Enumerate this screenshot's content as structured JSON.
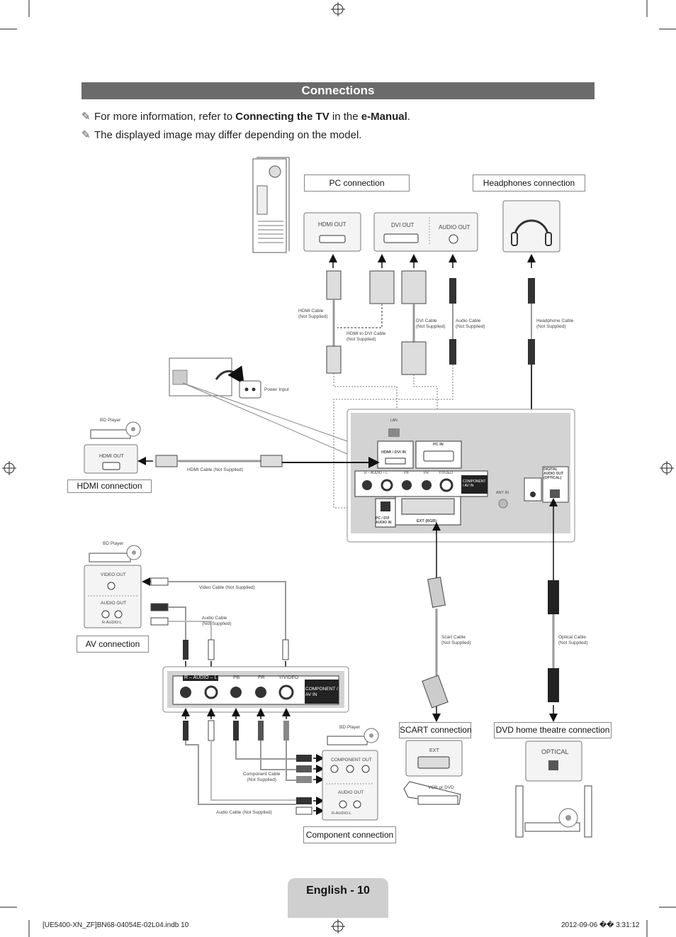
{
  "header": {
    "title": "Connections",
    "note1_prefix": "For more information, refer to ",
    "note1_bold1": "Connecting the TV",
    "note1_mid": " in the ",
    "note1_bold2": "e-Manual",
    "note1_suffix": ".",
    "note2": "The displayed image may differ depending on the model."
  },
  "labels": {
    "pc_connection": "PC connection",
    "headphones_connection": "Headphones connection",
    "hdmi_connection": "HDMI connection",
    "av_connection": "AV connection",
    "scart_connection": "SCART connection",
    "dvd_connection": "DVD home theatre connection",
    "component_connection": "Component connection"
  },
  "ports": {
    "hdmi_out": "HDMI OUT",
    "dvi_out": "DVI OUT",
    "audio_out": "AUDIO OUT",
    "hdmi_dvi_in": "HDMI / DVI IN",
    "pc_in": "PC IN",
    "r_audio_l": "R – AUDIO – L",
    "pb": "PB",
    "pr": "PR",
    "y_video": "Y/VIDEO",
    "component_av_in": "COMPONENT / AV IN",
    "ant_in": "ANT IN",
    "digital_audio_out": "DIGITAL AUDIO OUT (OPTICAL)",
    "pc_dvi_audio_in": "PC / DVI AUDIO IN",
    "ext_rgb": "EXT (RGB)",
    "video_out": "VIDEO OUT",
    "r_audio_l_small": "R-AUDIO-L",
    "component_out": "COMPONENT OUT",
    "ext": "EXT",
    "optical": "OPTICAL",
    "lan": "LAN"
  },
  "cables": {
    "hdmi_cable": [
      "HDMI Cable",
      "(Not Supplied)"
    ],
    "hdmi_to_dvi": [
      "HDMI to DVI Cable",
      "(Not Supplied)"
    ],
    "dvi_cable": [
      "DVI Cable",
      "(Not Supplied)"
    ],
    "audio_cable": [
      "Audio Cable",
      "(Not Supplied)"
    ],
    "headphone_cable": [
      "Headphone Cable",
      "(Not Supplied)"
    ],
    "power_input": "Power Input",
    "hdmi_cable_line": "HDMI Cable (Not Supplied)",
    "video_cable": "Video Cable (Not Supplied)",
    "audio_cable2": [
      "Audio Cable",
      "(Not Supplied)"
    ],
    "scart_cable": [
      "Scart Cable",
      "(Not Supplied)"
    ],
    "optical_cable": [
      "Optical Cable",
      "(Not Supplied)"
    ],
    "component_cable": [
      "Component Cable",
      "(Not Supplied)"
    ],
    "audio_cable_line": "Audio Cable (Not Supplied)"
  },
  "devices": {
    "bd_player": "BD Player",
    "vcr_or_dvd": "VCR or DVD"
  },
  "footer": {
    "page": "English - 10",
    "file": "[UE5400-XN_ZF]BN68-04054E-02L04.indb   10",
    "date": "2012-09-06   �� 3:31:12"
  }
}
